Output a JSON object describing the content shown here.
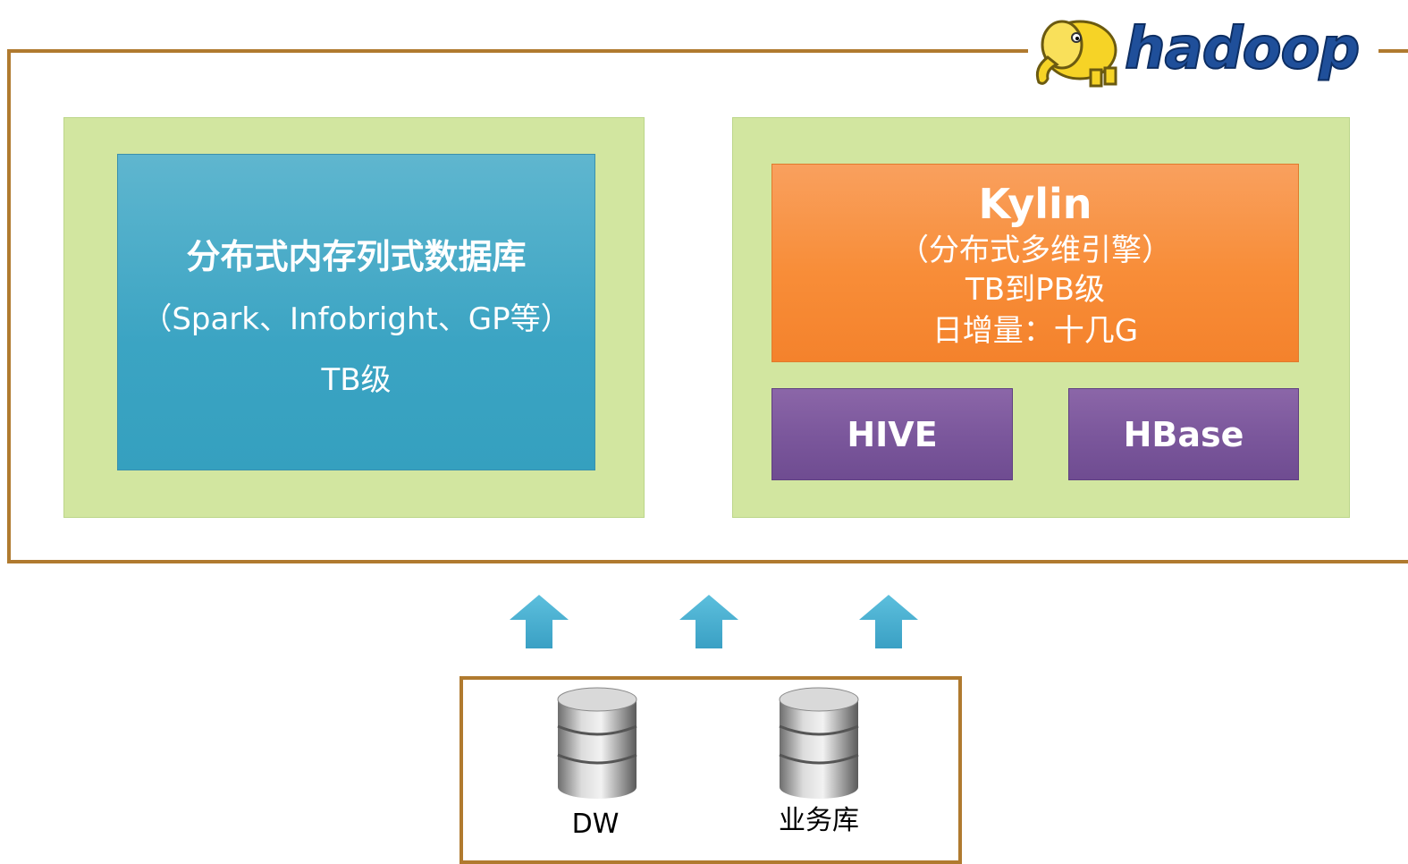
{
  "logo": {
    "text": "hadoop"
  },
  "colors": {
    "frame_border": "#b07a2f",
    "panel_green": "#d2e6a0",
    "blue_box": "#3ba4c3",
    "kylin_orange": "#f88d38",
    "purple_box": "#7a569b",
    "arrow_blue": "#4aaed0"
  },
  "left_panel": {
    "title": "分布式内存列式数据库",
    "subtitle": "（Spark、Infobright、GP等）",
    "scale": "TB级"
  },
  "right_panel": {
    "kylin": {
      "title": "Kylin",
      "subtitle": "（分布式多维引擎）",
      "scale": "TB到PB级",
      "daily": "日增量：十几G"
    },
    "hive": "HIVE",
    "hbase": "HBase"
  },
  "sources": {
    "items": [
      {
        "label": "DW",
        "icon": "database-icon"
      },
      {
        "label": "业务库",
        "icon": "database-icon"
      }
    ]
  }
}
